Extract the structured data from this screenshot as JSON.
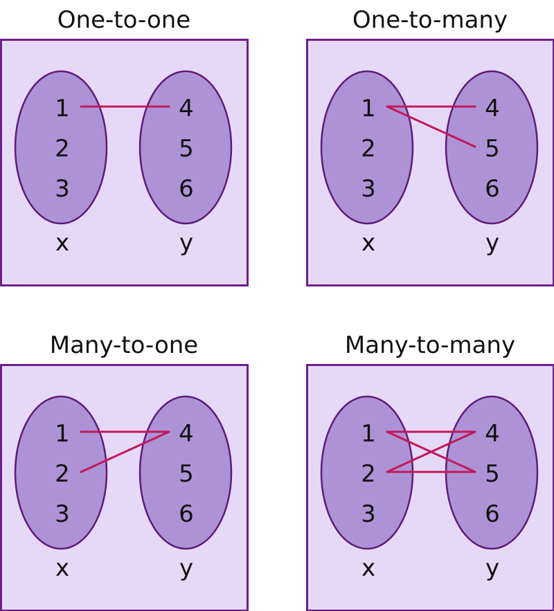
{
  "colors": {
    "box_fill": "#e6d9f8",
    "box_stroke": "#6d1f8a",
    "set_fill": "#ad93d6",
    "set_stroke": "#5e1a79",
    "mapping_line": "#c2185b",
    "text": "#111111"
  },
  "panels": [
    {
      "title": "One-to-one",
      "x_elements": [
        "1",
        "2",
        "3"
      ],
      "y_elements": [
        "4",
        "5",
        "6"
      ],
      "x_label": "x",
      "y_label": "y",
      "mappings": [
        [
          "1",
          "4"
        ]
      ]
    },
    {
      "title": "One-to-many",
      "x_elements": [
        "1",
        "2",
        "3"
      ],
      "y_elements": [
        "4",
        "5",
        "6"
      ],
      "x_label": "x",
      "y_label": "y",
      "mappings": [
        [
          "1",
          "4"
        ],
        [
          "1",
          "5"
        ]
      ]
    },
    {
      "title": "Many-to-one",
      "x_elements": [
        "1",
        "2",
        "3"
      ],
      "y_elements": [
        "4",
        "5",
        "6"
      ],
      "x_label": "x",
      "y_label": "y",
      "mappings": [
        [
          "1",
          "4"
        ],
        [
          "2",
          "4"
        ]
      ]
    },
    {
      "title": "Many-to-many",
      "x_elements": [
        "1",
        "2",
        "3"
      ],
      "y_elements": [
        "4",
        "5",
        "6"
      ],
      "x_label": "x",
      "y_label": "y",
      "mappings": [
        [
          "1",
          "4"
        ],
        [
          "1",
          "5"
        ],
        [
          "2",
          "4"
        ],
        [
          "2",
          "5"
        ]
      ]
    }
  ]
}
